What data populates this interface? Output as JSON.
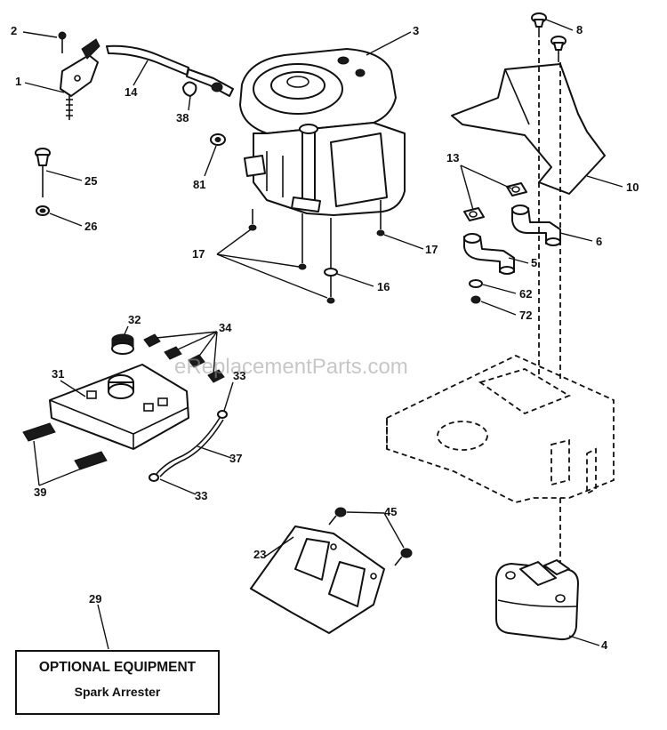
{
  "watermark": "eReplacementParts.com",
  "callouts": {
    "c1": "1",
    "c2": "2",
    "c3": "3",
    "c4": "4",
    "c5": "5",
    "c6": "6",
    "c8": "8",
    "c10": "10",
    "c13": "13",
    "c14": "14",
    "c16": "16",
    "c17a": "17",
    "c17b": "17",
    "c23": "23",
    "c25": "25",
    "c26": "26",
    "c29": "29",
    "c31": "31",
    "c32": "32",
    "c33a": "33",
    "c33b": "33",
    "c34": "34",
    "c37": "37",
    "c38": "38",
    "c39": "39",
    "c45": "45",
    "c62": "62",
    "c72": "72",
    "c81": "81"
  },
  "optional_box": {
    "title": "OPTIONAL EQUIPMENT",
    "subtitle": "Spark Arrester"
  }
}
